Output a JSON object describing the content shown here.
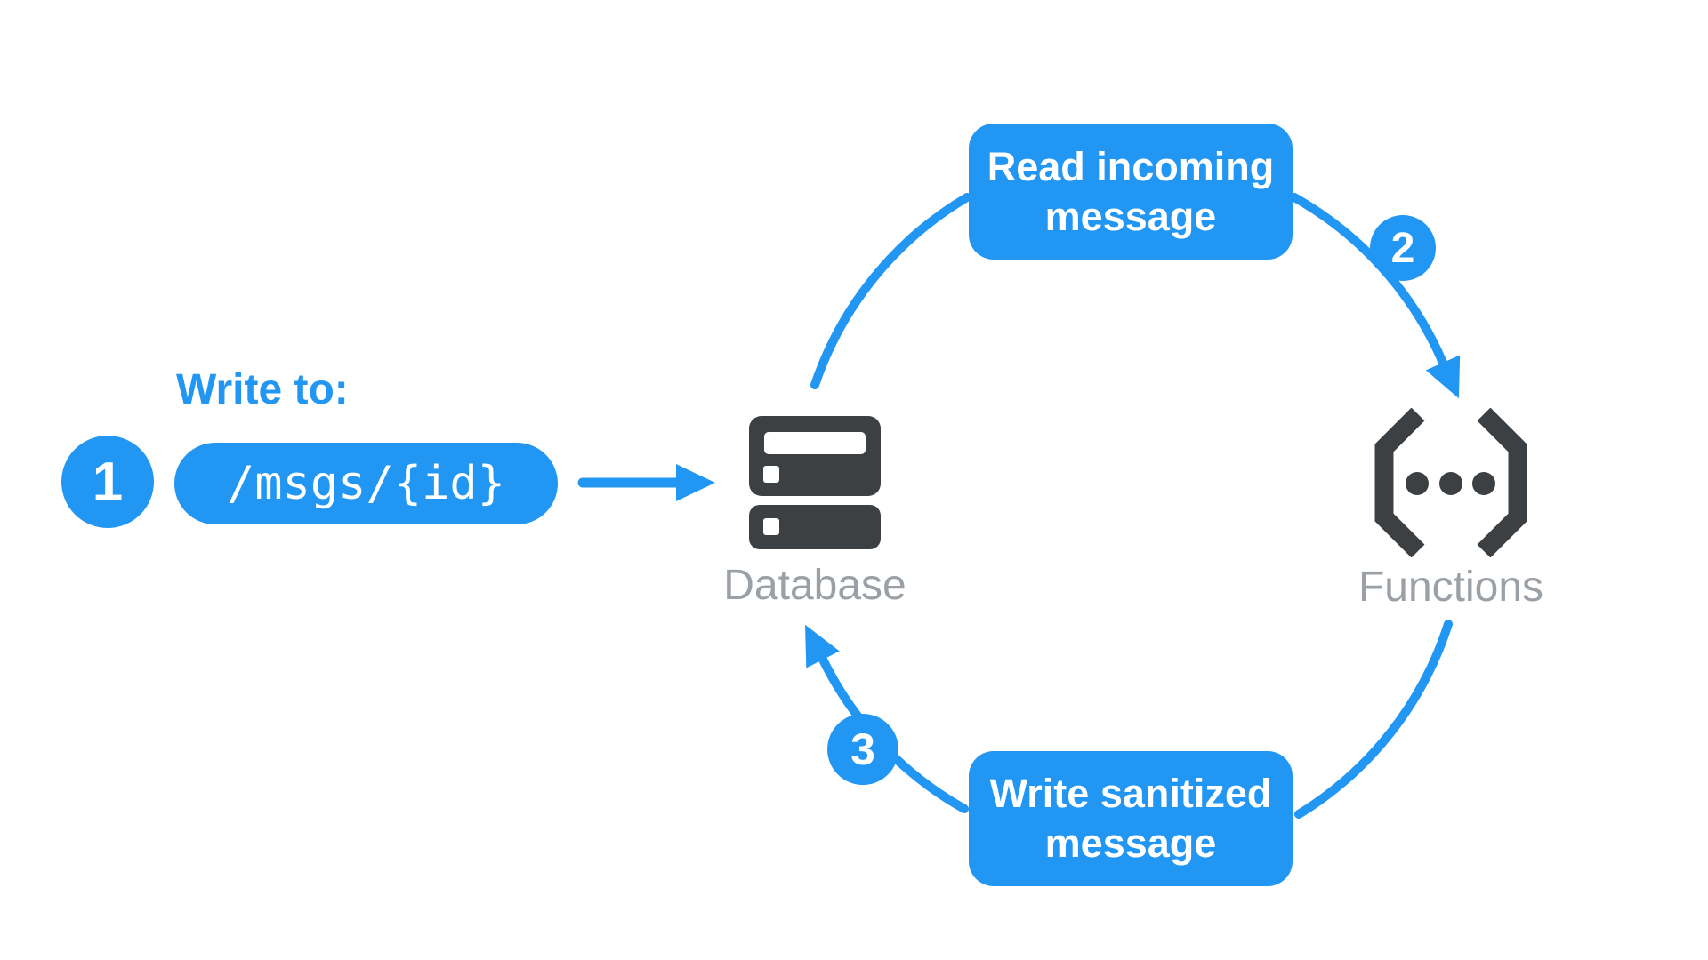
{
  "colors": {
    "accent_blue": "#2196F3",
    "icon_dark": "#3C4043",
    "label_gray": "#9AA0A6",
    "box_text_white": "#FFFFFF"
  },
  "step1": {
    "badge": "1",
    "heading": "Write to:",
    "code": "/msgs/{id}"
  },
  "nodes": {
    "database": {
      "label": "Database"
    },
    "functions": {
      "label": "Functions"
    }
  },
  "flow": {
    "read_box": {
      "line1": "Read incoming",
      "line2": "message"
    },
    "read_badge": "2",
    "write_box": {
      "line1": "Write sanitized",
      "line2": "message"
    },
    "write_badge": "3"
  }
}
